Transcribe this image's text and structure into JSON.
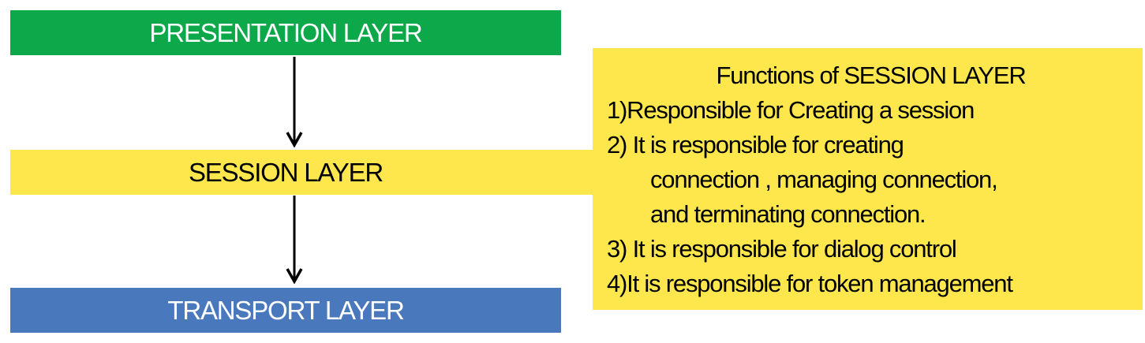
{
  "layers": {
    "presentation": "PRESENTATION LAYER",
    "session": "SESSION LAYER",
    "transport": "TRANSPORT LAYER"
  },
  "functions": {
    "title": "Functions of SESSION LAYER",
    "lines": [
      "1)Responsible for Creating a session",
      "2) It  is responsible for creating",
      "connection , managing connection,",
      "and terminating connection.",
      "3) It is responsible for dialog control",
      "4)It is responsible for token management"
    ]
  },
  "colors": {
    "presentation": "#0ca84a",
    "session": "#fde74c",
    "transport": "#4a78bd",
    "functions_box": "#fde74c"
  }
}
